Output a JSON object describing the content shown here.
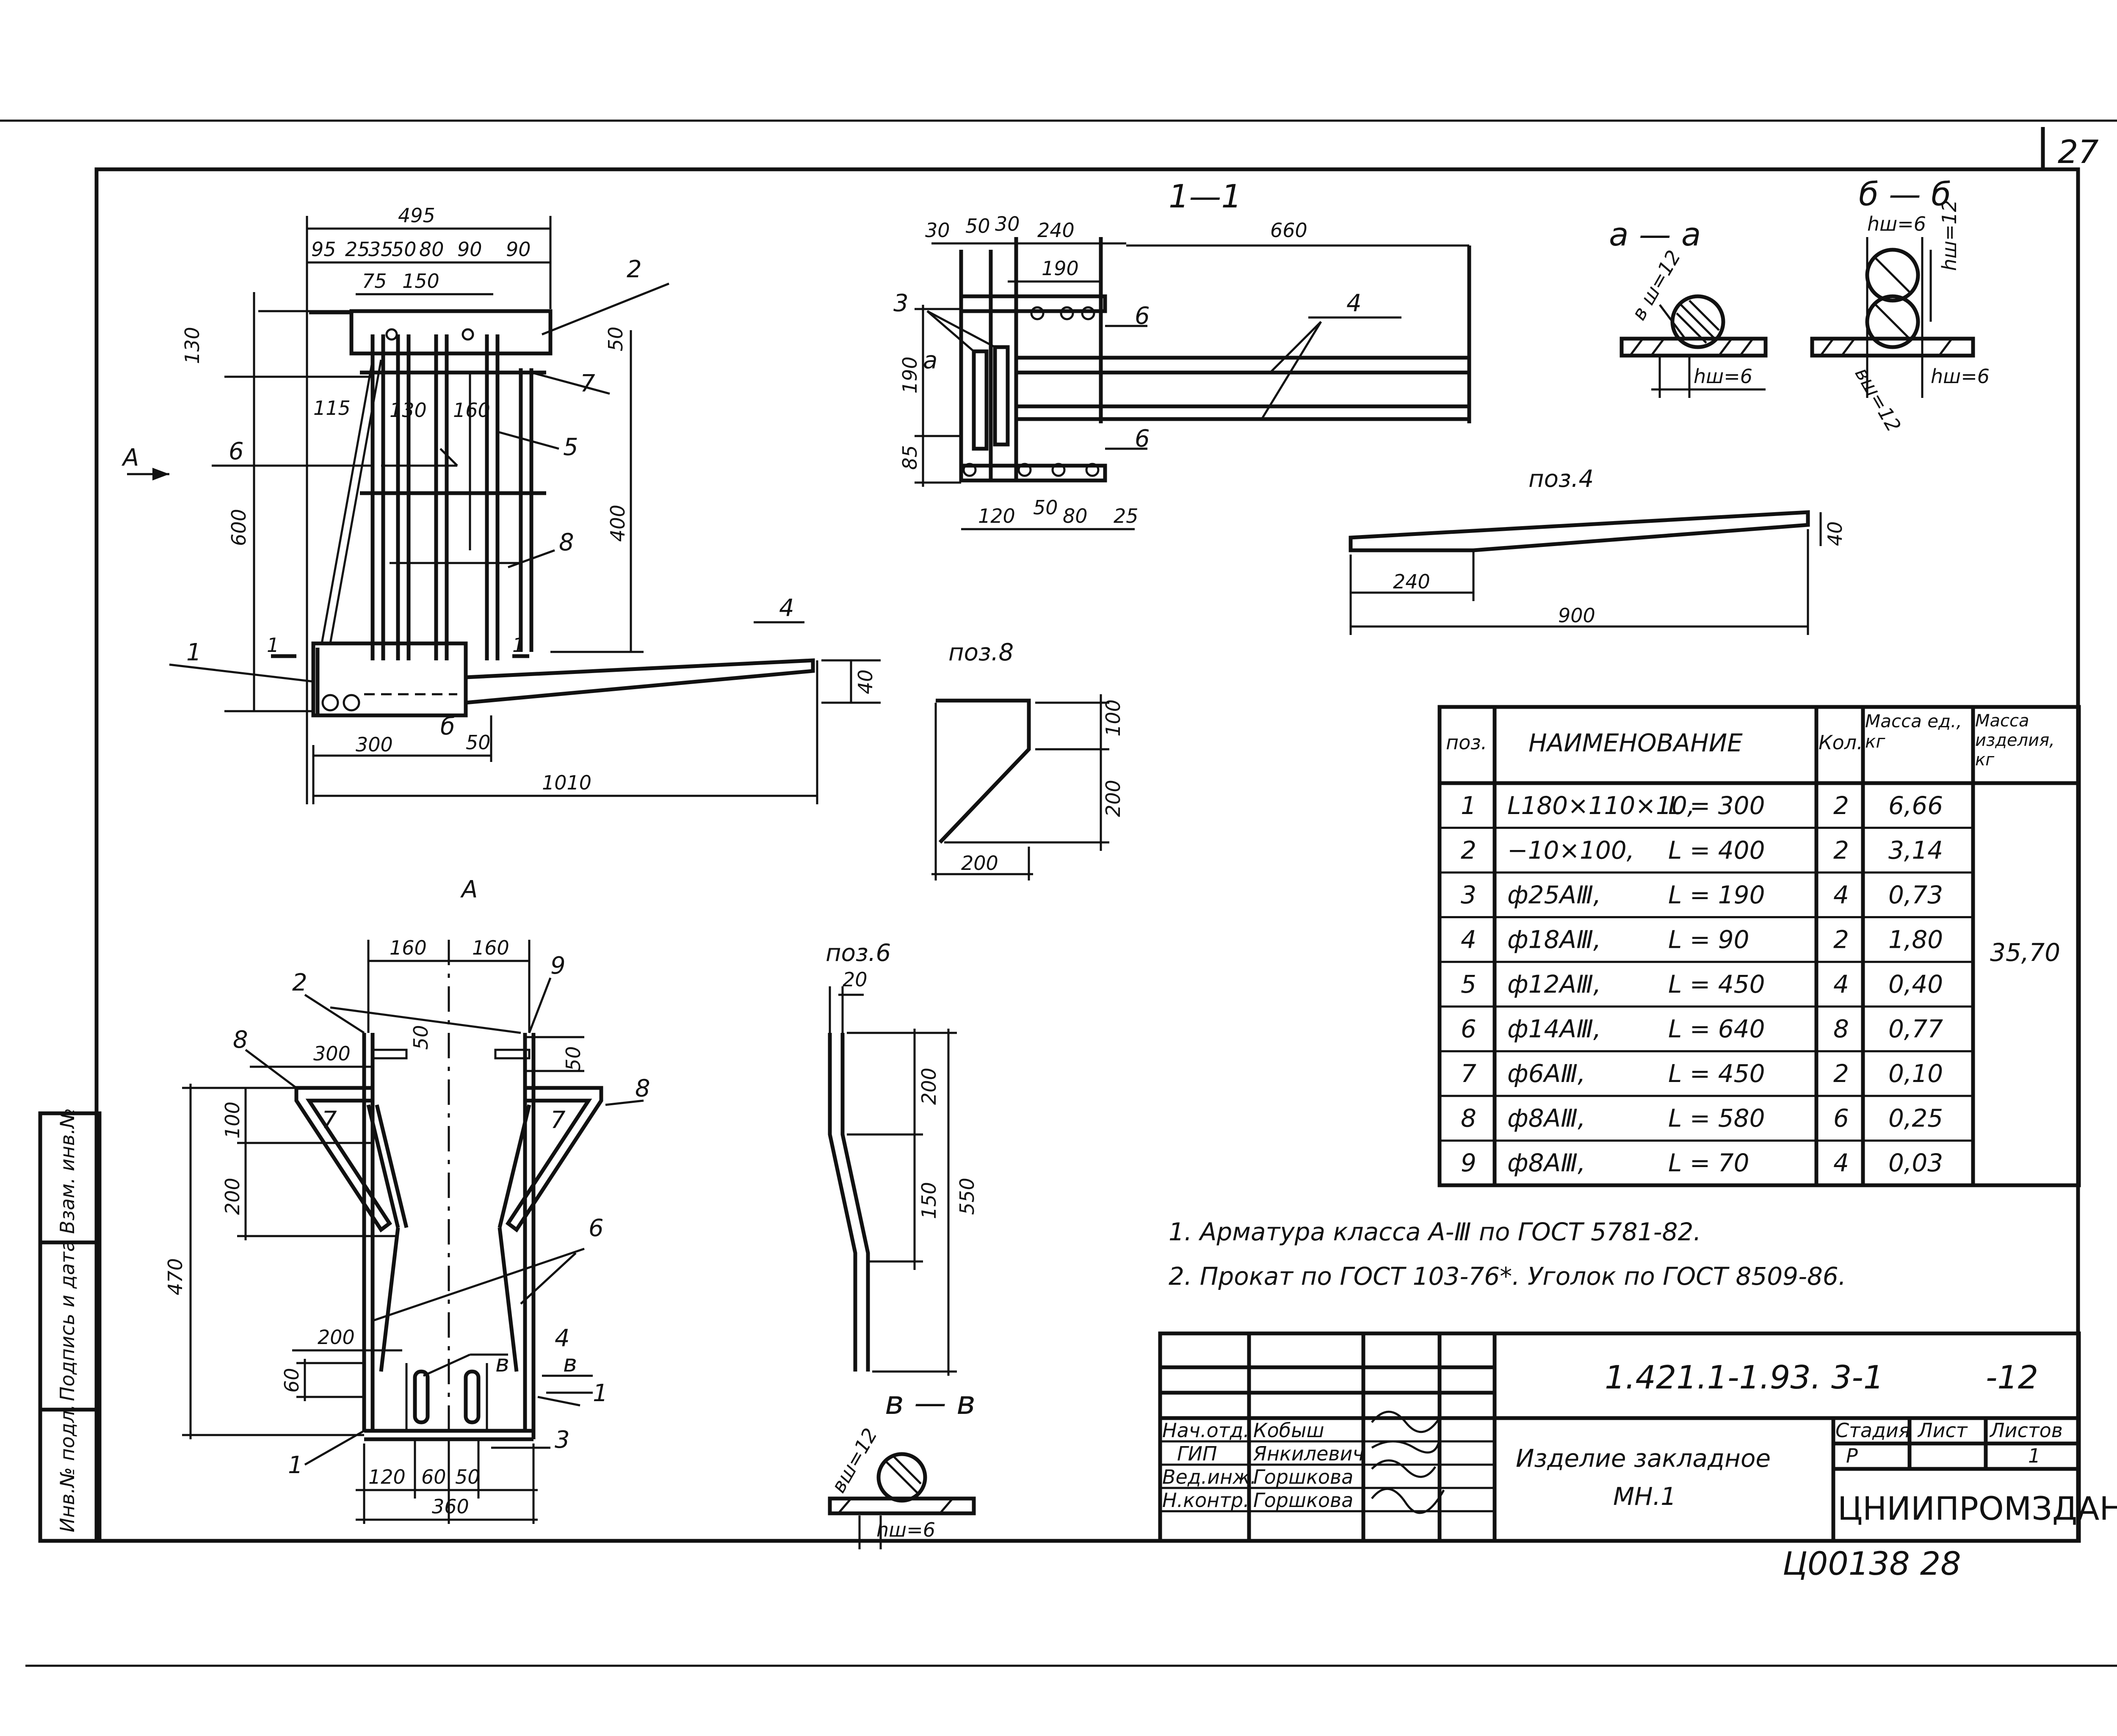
{
  "sheet": {
    "page_number": "27",
    "archive_code": "Ц00138   28"
  },
  "views": {
    "plan": {
      "dims_top": [
        "495",
        "95",
        "25",
        "35",
        "50",
        "80",
        "90",
        "90",
        "75",
        "150"
      ],
      "dims_left": [
        "130",
        "600"
      ],
      "dims_right": [
        "50",
        "400",
        "40"
      ],
      "dims_inner": [
        "115",
        "130",
        "160"
      ],
      "dims_bottom": [
        "300",
        "50",
        "1010"
      ],
      "callouts": [
        "2",
        "7",
        "6",
        "5",
        "8",
        "4",
        "1"
      ],
      "view_arrow": "А",
      "cut_marks": [
        "1",
        "1",
        "б"
      ]
    },
    "section_1_1": {
      "title": "1—1",
      "dims_top": [
        "30",
        "50",
        "30",
        "240",
        "660",
        "190"
      ],
      "dims_left": [
        "190",
        "85"
      ],
      "dims_bottom": [
        "120",
        "50",
        "80",
        "25"
      ],
      "callouts": [
        "3",
        "4",
        "6",
        "6",
        "а"
      ]
    },
    "section_a_a": {
      "title": "а — а",
      "labels": [
        "в ш=12",
        "hш=6"
      ]
    },
    "section_b_b": {
      "title": "б — б",
      "labels": [
        "hш=6",
        "hш=12",
        "hш=6",
        "вш=12"
      ]
    },
    "pos4": {
      "title": "поз.4",
      "dims": [
        "240",
        "900",
        "40"
      ]
    },
    "pos8": {
      "title": "поз.8",
      "dims": [
        "100",
        "200",
        "200"
      ]
    },
    "view_a": {
      "title": "А",
      "dims_top": [
        "160",
        "160",
        "300",
        "50",
        "50"
      ],
      "dims_left": [
        "100",
        "200",
        "470",
        "60"
      ],
      "dims_bottom": [
        "200",
        "120",
        "60",
        "50",
        "360"
      ],
      "callouts": [
        "2",
        "9",
        "8",
        "8",
        "7",
        "7",
        "6",
        "4",
        "в",
        "в",
        "1",
        "1",
        "3"
      ]
    },
    "pos6": {
      "title": "поз.6",
      "dims": [
        "20",
        "200",
        "150",
        "550"
      ]
    },
    "section_v_v": {
      "title": "в — в",
      "labels": [
        "вш=12",
        "hш=6"
      ]
    }
  },
  "spec_table": {
    "headers": [
      "поз.",
      "НАИМЕНОВАНИЕ",
      "Кол.",
      "Масса ед., кг",
      "Масса изделия, кг"
    ],
    "rows": [
      {
        "pos": "1",
        "name": "L180×110×10,",
        "length": "L = 300",
        "qty": "2",
        "mass": "6,66"
      },
      {
        "pos": "2",
        "name": "−10×100,",
        "length": "L = 400",
        "qty": "2",
        "mass": "3,14"
      },
      {
        "pos": "3",
        "name": "ф25АⅢ,",
        "length": "L = 190",
        "qty": "4",
        "mass": "0,73"
      },
      {
        "pos": "4",
        "name": "ф18АⅢ,",
        "length": "L = 90",
        "qty": "2",
        "mass": "1,80"
      },
      {
        "pos": "5",
        "name": "ф12АⅢ,",
        "length": "L = 450",
        "qty": "4",
        "mass": "0,40"
      },
      {
        "pos": "6",
        "name": "ф14АⅢ,",
        "length": "L = 640",
        "qty": "8",
        "mass": "0,77"
      },
      {
        "pos": "7",
        "name": "ф6АⅢ,",
        "length": "L = 450",
        "qty": "2",
        "mass": "0,10"
      },
      {
        "pos": "8",
        "name": "ф8АⅢ,",
        "length": "L = 580",
        "qty": "6",
        "mass": "0,25"
      },
      {
        "pos": "9",
        "name": "ф8АⅢ,",
        "length": "L = 70",
        "qty": "4",
        "mass": "0,03"
      }
    ],
    "total_mass": "35,70"
  },
  "notes": [
    "1. Арматура класса А-Ⅲ по ГОСТ 5781-82.",
    "2. Прокат по ГОСТ 103-76*. Уголок по ГОСТ 8509-86."
  ],
  "title_block": {
    "doc_code": "1.421.1-1.93. 3-1",
    "sheet_suffix": "-12",
    "roles": [
      {
        "role": "Нач.отд.",
        "name": "Кобыш"
      },
      {
        "role": "ГИП",
        "name": "Янкилевич"
      },
      {
        "role": "Вед.инж.",
        "name": "Горшкова"
      },
      {
        "role": "Н.контр.",
        "name": "Горшкова"
      }
    ],
    "title_line1": "Изделие закладное",
    "title_line2": "МН.1",
    "stage_label": "Стадия",
    "sheet_label": "Лист",
    "sheets_label": "Листов",
    "stage_value": "Р",
    "sheets_value": "1",
    "organization": "ЦНИИПРОМЗДАНИЙ"
  },
  "side_stamp": {
    "labels": [
      "Инв.№ подл.",
      "Подпись и дата",
      "Взам. инв.№"
    ]
  },
  "colors": {
    "ink": "#111111",
    "paper": "#ffffff"
  }
}
